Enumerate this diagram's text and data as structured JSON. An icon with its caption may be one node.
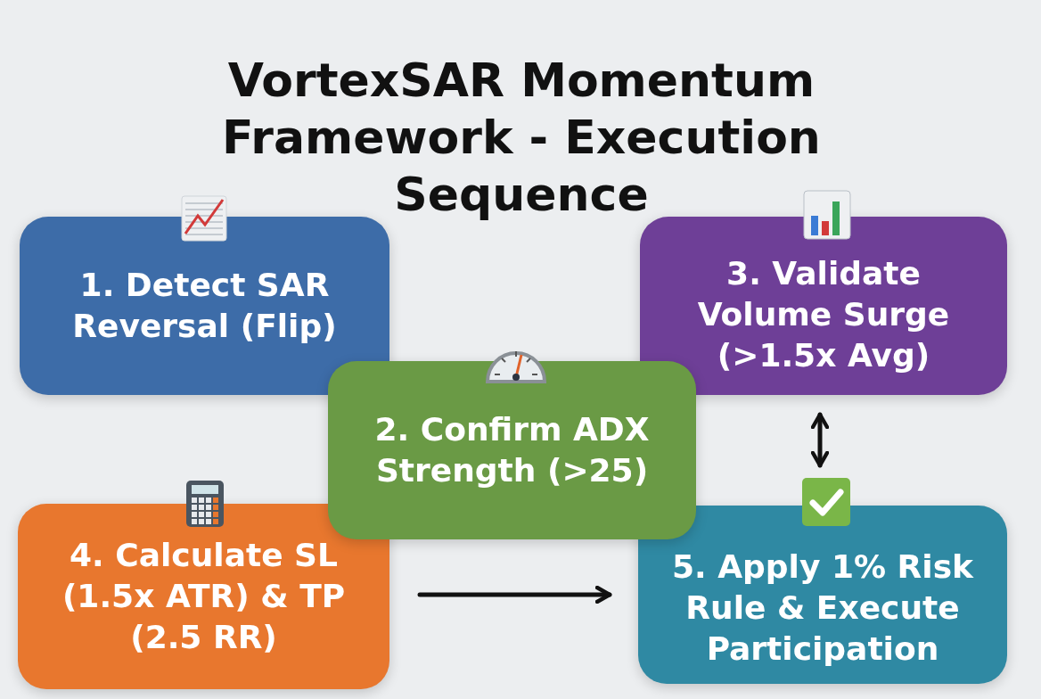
{
  "diagram": {
    "title": "VortexSAR Momentum Framework - Execution Sequence",
    "nodes": [
      {
        "text": [
          "1. Detect SAR Reversal (Flip)"
        ]
      },
      {
        "text": [
          "2. Confirm ADX Strength (>25)"
        ]
      },
      {
        "text": [
          "3. Validate Volume Surge (>1.5x Avg)"
        ]
      },
      {
        "text": [
          "4. Calculate SL (1.5x ATR) & TP (2.5 RR)"
        ]
      },
      {
        "text": [
          "5. Apply 1% Risk Rule & Execute Participation"
        ]
      }
    ],
    "edges": [
      {
        "from": 2,
        "to": 4,
        "arrow": "both"
      },
      {
        "from": 3,
        "to": 4,
        "arrow": "to"
      }
    ]
  }
}
